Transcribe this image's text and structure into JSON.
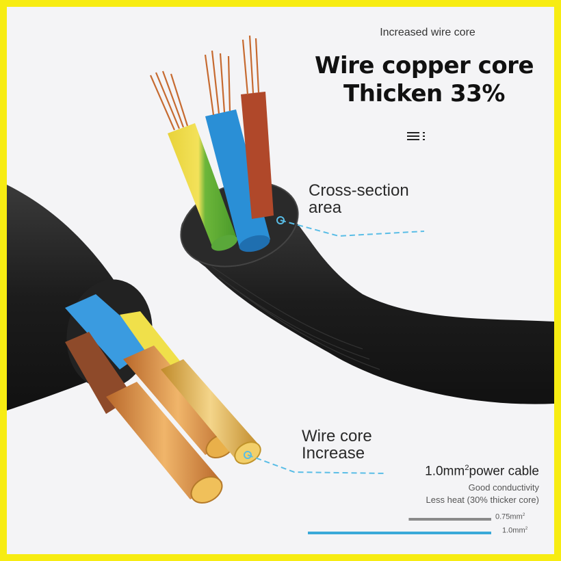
{
  "header": {
    "subtitle": "Increased wire core",
    "headline_line1": "Wire copper core",
    "headline_line2": "Thicken 33%"
  },
  "callouts": {
    "cross_section_line1": "Cross-section",
    "cross_section_line2": "area",
    "wire_core_line1": "Wire core",
    "wire_core_line2": "Increase"
  },
  "spec": {
    "title_prefix": "1.0mm",
    "title_sup": "2",
    "title_suffix": "power cable",
    "line1": "Good conductivity",
    "line2": "Less heat (30% thicker core)"
  },
  "comparison": {
    "bars": [
      {
        "label": "0.75mm",
        "sup": "2",
        "fraction": 0.45,
        "color": "#8a8a8a"
      },
      {
        "label": "1.0mm",
        "sup": "2",
        "fraction": 1.0,
        "color": "#3aa9d8"
      }
    ]
  },
  "colors": {
    "frame": "#f7ec12",
    "background": "#f4f4f6",
    "cable_jacket": "#1f1f1f",
    "wire_blue": "#2a8fd6",
    "wire_brown": "#a04a2a",
    "wire_green_yellow": "#8fc23a",
    "copper": "#d9924a",
    "callout_line": "#59bde6"
  },
  "icons": {
    "menu": "menu-lines-icon"
  }
}
